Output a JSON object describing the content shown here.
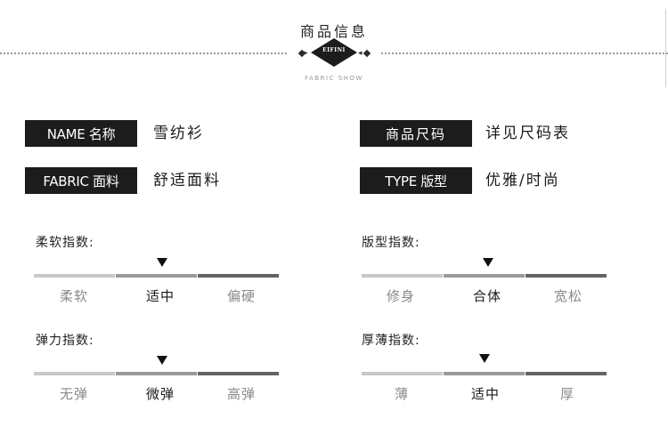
{
  "header": {
    "title": "商品信息",
    "badge": "EIFINI",
    "subtitle": "FABRIC SHOW"
  },
  "info": [
    {
      "label": "NAME 名称",
      "value": "雪纺衫"
    },
    {
      "label": "商品尺码",
      "value": "详见尺码表"
    },
    {
      "label": "FABRIC 面料",
      "value": "舒适面料"
    },
    {
      "label": "TYPE 版型",
      "value": "优雅/时尚"
    }
  ],
  "scales": [
    {
      "title": "柔软指数:",
      "options": [
        "柔软",
        "适中",
        "偏硬"
      ],
      "selected_index": 1
    },
    {
      "title": "版型指数:",
      "options": [
        "修身",
        "合体",
        "宽松"
      ],
      "selected_index": 1
    },
    {
      "title": "弹力指数:",
      "options": [
        "无弹",
        "微弹",
        "高弹"
      ],
      "selected_index": 1
    },
    {
      "title": "厚薄指数:",
      "options": [
        "薄",
        "适中",
        "厚"
      ],
      "selected_index": 1
    }
  ]
}
